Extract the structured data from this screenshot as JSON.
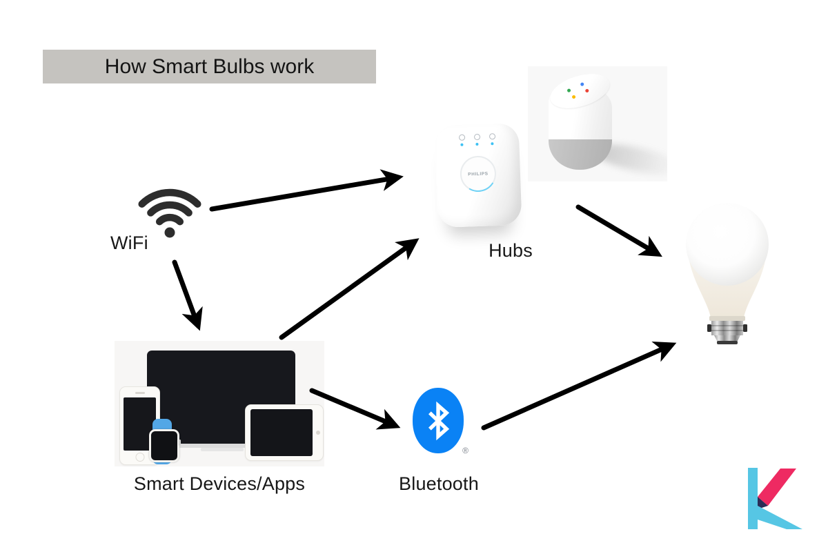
{
  "title": {
    "text": "How Smart Bulbs work",
    "background": "#c5c3bf"
  },
  "nodes": {
    "wifi": {
      "label": "WiFi",
      "icon": "wifi-signal-icon",
      "color": "#2d2d2d"
    },
    "smart_devices": {
      "label": "Smart Devices/Apps",
      "items": [
        "monitor",
        "smartphone",
        "smartwatch",
        "tablet"
      ]
    },
    "hubs": {
      "label": "Hubs",
      "devices": [
        "Philips Hue Bridge",
        "Google Home speaker"
      ],
      "philips_text": "PHILIPS"
    },
    "bluetooth": {
      "label": "Bluetooth",
      "trademark": "®",
      "icon": "bluetooth-icon",
      "color": "#0a82f5"
    },
    "smart_bulb": {
      "icon": "smart-bulb-icon",
      "description": "white LED smart bulb with bayonet base"
    }
  },
  "arrows": [
    {
      "from": "wifi",
      "to": "hubs"
    },
    {
      "from": "wifi",
      "to": "smart_devices"
    },
    {
      "from": "smart_devices",
      "to": "hubs"
    },
    {
      "from": "smart_devices",
      "to": "bluetooth"
    },
    {
      "from": "bluetooth",
      "to": "smart_bulb"
    },
    {
      "from": "hubs",
      "to": "smart_bulb"
    }
  ],
  "logo": {
    "name": "K brand logo",
    "colors": {
      "cyan": "#56c6e4",
      "pink": "#ee2a62",
      "navy": "#2b2d56"
    }
  },
  "colors": {
    "background": "#ffffff",
    "arrow": "#000000",
    "image_box_bg": "#f8f8f8",
    "watch_strap_blue": "#53a7e6",
    "google_dots": {
      "green": "#34a853",
      "blue": "#4285f4",
      "yellow": "#fbbc05",
      "red": "#ea4335"
    }
  }
}
